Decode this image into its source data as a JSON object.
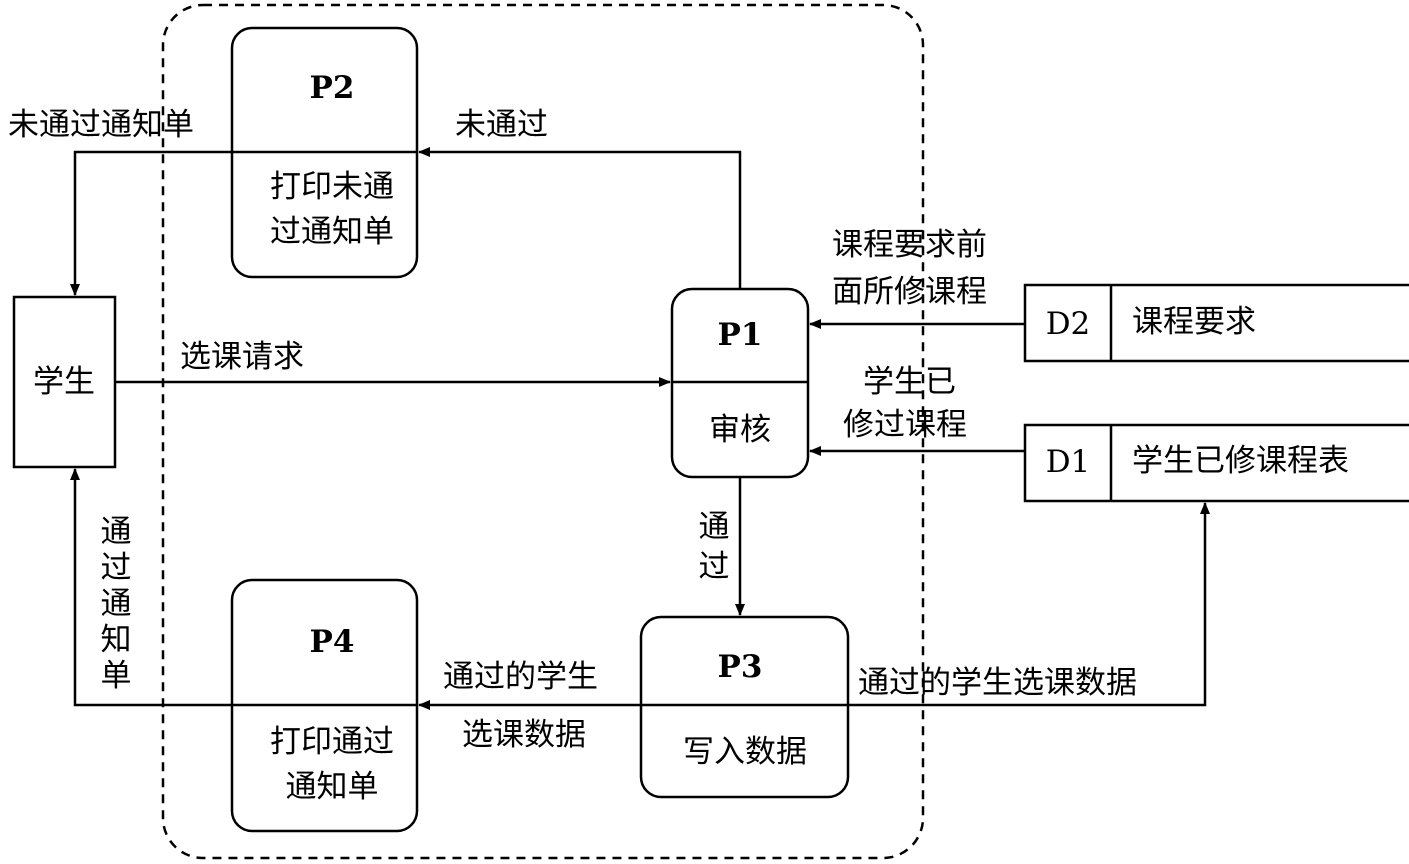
{
  "external_entity": {
    "label": "学生"
  },
  "processes": {
    "p1": {
      "id": "P1",
      "name": "审核"
    },
    "p2": {
      "id": "P2",
      "name_line1": "打印未通",
      "name_line2": "过通知单"
    },
    "p3": {
      "id": "P3",
      "name": "写入数据"
    },
    "p4": {
      "id": "P4",
      "name_line1": "打印通过",
      "name_line2": "通知单"
    }
  },
  "data_stores": {
    "d1": {
      "id": "D1",
      "name": "学生已修课程表"
    },
    "d2": {
      "id": "D2",
      "name": "课程要求"
    }
  },
  "flows": {
    "request": "选课请求",
    "not_passed": "未通过",
    "fail_notice": "未通过通知单",
    "course_req_line1": "课程要求前",
    "course_req_line2": "面所修课程",
    "taken_line1": "学生已",
    "taken_line2": "修过课程",
    "passed_chars": [
      "通",
      "过"
    ],
    "pass_notice_chars": [
      "通",
      "过",
      "通",
      "知",
      "单"
    ],
    "passed_data_line1": "通过的学生",
    "passed_data_line2": "选课数据",
    "passed_data_to_d1": "通过的学生选课数据"
  }
}
